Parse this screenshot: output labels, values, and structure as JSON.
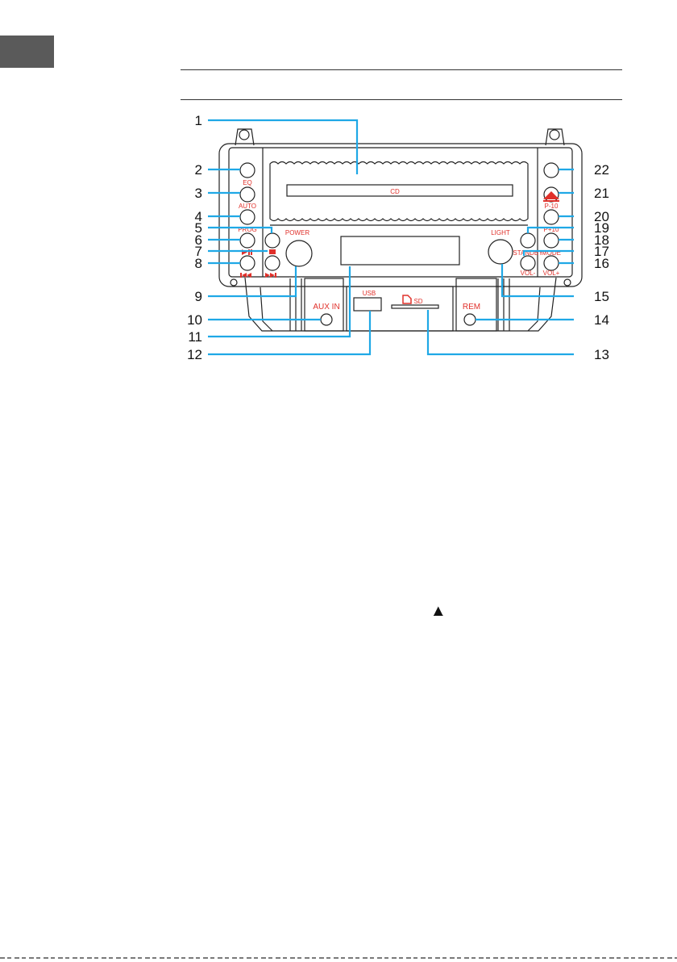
{
  "callouts": [
    {
      "n": "1"
    },
    {
      "n": "2"
    },
    {
      "n": "3"
    },
    {
      "n": "4"
    },
    {
      "n": "5"
    },
    {
      "n": "6"
    },
    {
      "n": "7"
    },
    {
      "n": "8"
    },
    {
      "n": "9"
    },
    {
      "n": "10"
    },
    {
      "n": "11"
    },
    {
      "n": "12"
    },
    {
      "n": "13"
    },
    {
      "n": "14"
    },
    {
      "n": "15"
    },
    {
      "n": "16"
    },
    {
      "n": "17"
    },
    {
      "n": "18"
    },
    {
      "n": "19"
    },
    {
      "n": "20"
    },
    {
      "n": "21"
    },
    {
      "n": "22"
    }
  ],
  "labels": {
    "cd": "CD",
    "eq": "EQ",
    "auto": "AUTO",
    "prog": "PROG",
    "power": "POWER",
    "light": "LIGHT",
    "p10": "P-10",
    "p10b": "P+10",
    "standby": "STANDBY",
    "mode": "MODE",
    "vol_minus": "VOL-",
    "vol_plus": "VOL+",
    "aux_in": "AUX IN",
    "usb": "USB",
    "sd": "SD",
    "rem": "REM"
  },
  "eject_glyph": "▲",
  "colors": {
    "callout_line": "#1fa8e6",
    "label": "#e0302a",
    "outline": "#222222",
    "tab": "#5a5a5a"
  }
}
